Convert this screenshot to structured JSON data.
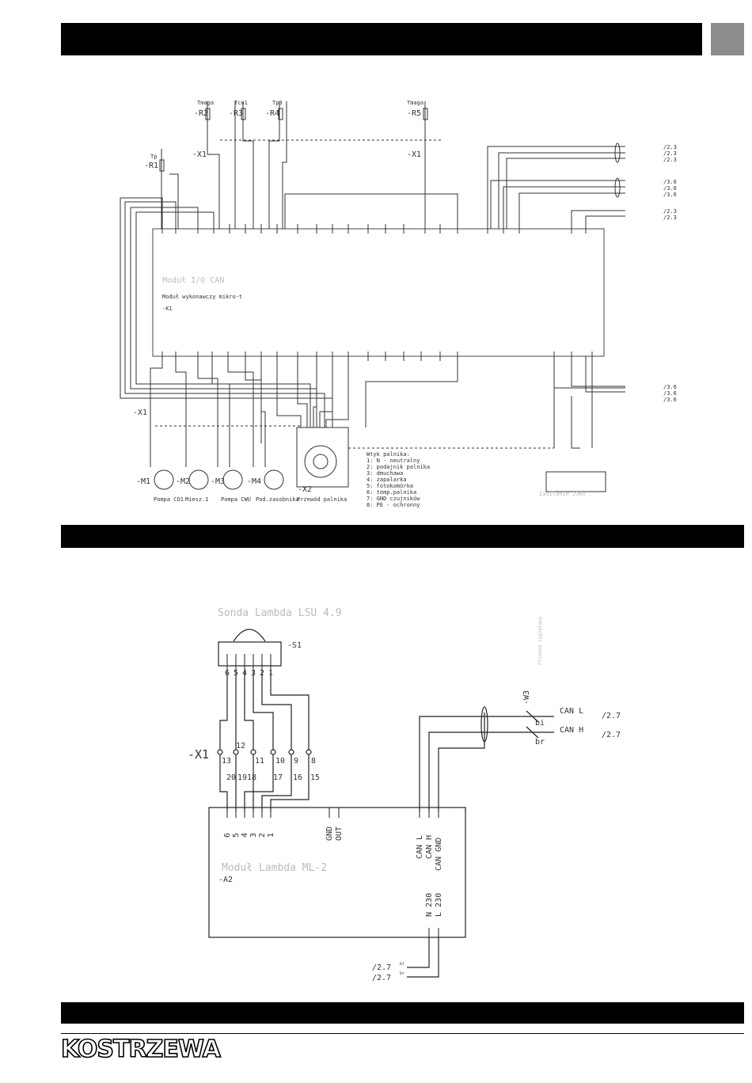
{
  "header": {
    "tab_color": "#8c8c8c",
    "bar_color": "#000000"
  },
  "diagram1": {
    "sensors": [
      {
        "ref": "-R2",
        "label": "Tmaga"
      },
      {
        "ref": "-R3",
        "label": "Tco1"
      },
      {
        "ref": "-R4",
        "label": "Tp3"
      },
      {
        "ref": "-R5",
        "label": "Tmaga"
      },
      {
        "ref": "-R1",
        "label": "Tp"
      }
    ],
    "x1_label": "-X1",
    "module_title": "Moduł I/O CAN",
    "module_sub": "Moduł wykonawczy mikro-t",
    "module_ref": "-K1",
    "right_refs": [
      "/2.3",
      "/2.3",
      "/2.3",
      "/3.6",
      "/3.6",
      "/3.6",
      "/2.3",
      "/2.3",
      "/3.6",
      "/3.6",
      "/3.6"
    ],
    "motors": [
      {
        "ref": "-M1",
        "name": "Pompa CO1"
      },
      {
        "ref": "-M2",
        "name": "Miesz.1"
      },
      {
        "ref": "-M3",
        "name": "Pompa CWU"
      },
      {
        "ref": "-M4",
        "name": "Pod.zasobnika"
      }
    ],
    "burner_ref": "-X2",
    "burner_name": "Przewód palnika",
    "legend": [
      "Wtyk palnika:",
      "1: N - neutralny",
      "2: podajnik palnika",
      "3: dmuchawa",
      "4: zapalarka",
      "5: fotokomórka",
      "6: temp.palnika",
      "7: GND czujników",
      "8: PE - ochronny"
    ],
    "supply_label": "Zasilanie 230V"
  },
  "diagram2": {
    "sensor_title": "Sonda Lambda LSU 4.9",
    "sensor_ref": "-S1",
    "sensor_pins": [
      "6",
      "5",
      "4",
      "3",
      "2",
      "1"
    ],
    "x1_label": "-X1",
    "x1_terminals": [
      "13",
      "12",
      "11",
      "10",
      "9",
      "8"
    ],
    "wire_numbers": [
      "20",
      "19",
      "18",
      "17",
      "16",
      "15"
    ],
    "module_pins": [
      "6",
      "5",
      "4",
      "3",
      "2",
      "1"
    ],
    "gnd_out": [
      "GND",
      "OUT"
    ],
    "can_pins": [
      "CAN L",
      "CAN H",
      "CAN GND"
    ],
    "cable_ref": "-W3",
    "cable_note": "Przewód sygnałowy",
    "can_l": "CAN L",
    "can_h": "CAN H",
    "color_bi": "bi",
    "color_br": "br",
    "ref_can_l": "/2.7",
    "ref_can_h": "/2.7",
    "module_title": "Moduł Lambda ML-2",
    "module_ref": "-A2",
    "power_pins": [
      "N 230",
      "L 230"
    ],
    "power_ref_1": "/2.7",
    "power_ref_2": "/2.7",
    "power_wire_1": "bl",
    "power_wire_2": "br"
  },
  "footer": {
    "logo": "KOSTRZEWA"
  }
}
